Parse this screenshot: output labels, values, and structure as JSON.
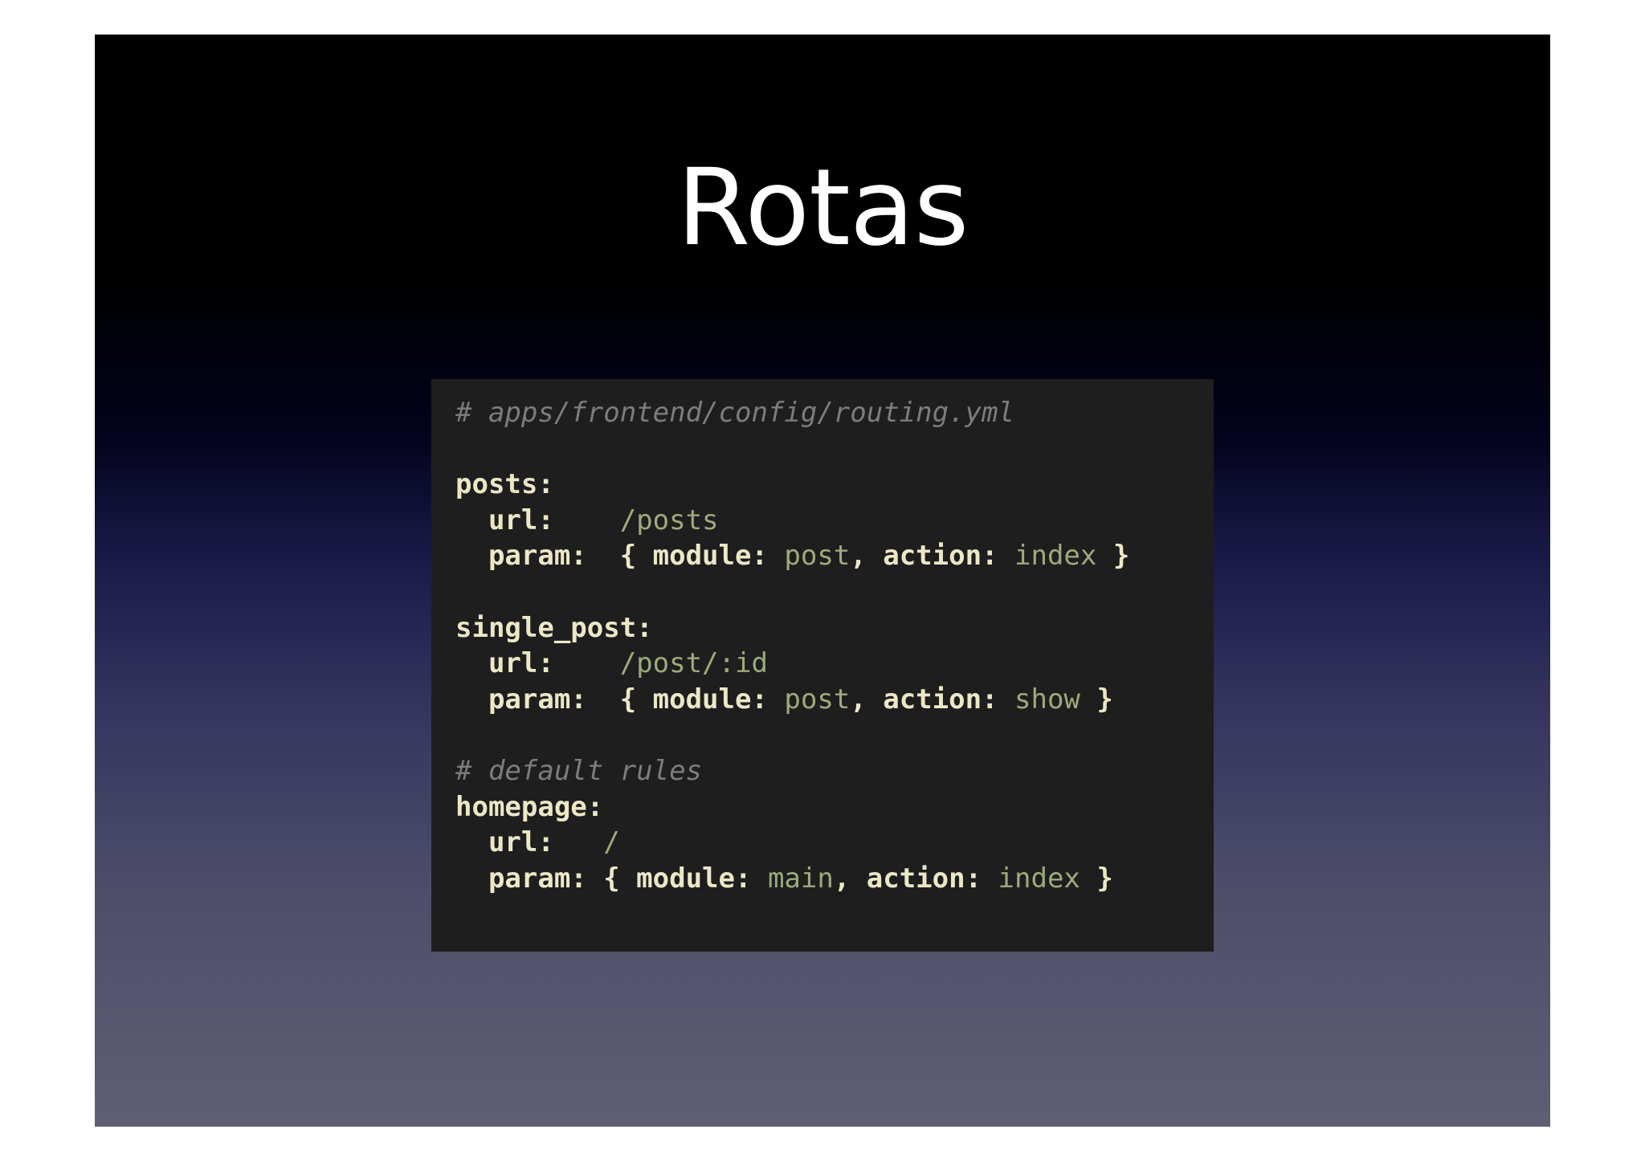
{
  "slide": {
    "title": "Rotas"
  },
  "code": {
    "lines": [
      [
        {
          "t": "# apps/frontend/config/routing.yml",
          "c": "comment"
        }
      ],
      [],
      [
        {
          "t": "posts:",
          "c": "key"
        }
      ],
      [
        {
          "t": "  url:    ",
          "c": "key"
        },
        {
          "t": "/posts",
          "c": "val"
        }
      ],
      [
        {
          "t": "  param:  { module: ",
          "c": "key"
        },
        {
          "t": "post",
          "c": "val"
        },
        {
          "t": ", action: ",
          "c": "key"
        },
        {
          "t": "index",
          "c": "val"
        },
        {
          "t": " }",
          "c": "key"
        }
      ],
      [],
      [
        {
          "t": "single_post:",
          "c": "key"
        }
      ],
      [
        {
          "t": "  url:    ",
          "c": "key"
        },
        {
          "t": "/post/:id",
          "c": "val"
        }
      ],
      [
        {
          "t": "  param:  { module: ",
          "c": "key"
        },
        {
          "t": "post",
          "c": "val"
        },
        {
          "t": ", action: ",
          "c": "key"
        },
        {
          "t": "show",
          "c": "val"
        },
        {
          "t": " }",
          "c": "key"
        }
      ],
      [],
      [
        {
          "t": "# default rules",
          "c": "comment"
        }
      ],
      [
        {
          "t": "homepage:",
          "c": "key"
        }
      ],
      [
        {
          "t": "  url:   ",
          "c": "key"
        },
        {
          "t": "/",
          "c": "val"
        }
      ],
      [
        {
          "t": "  param: { module: ",
          "c": "key"
        },
        {
          "t": "main",
          "c": "val"
        },
        {
          "t": ", action: ",
          "c": "key"
        },
        {
          "t": "index",
          "c": "val"
        },
        {
          "t": " }",
          "c": "key"
        }
      ]
    ]
  },
  "colors": {
    "key": "#ece7c5",
    "value": "#9daa7a",
    "comment": "#7c7c7c",
    "code_background": "#1e1e1f"
  }
}
